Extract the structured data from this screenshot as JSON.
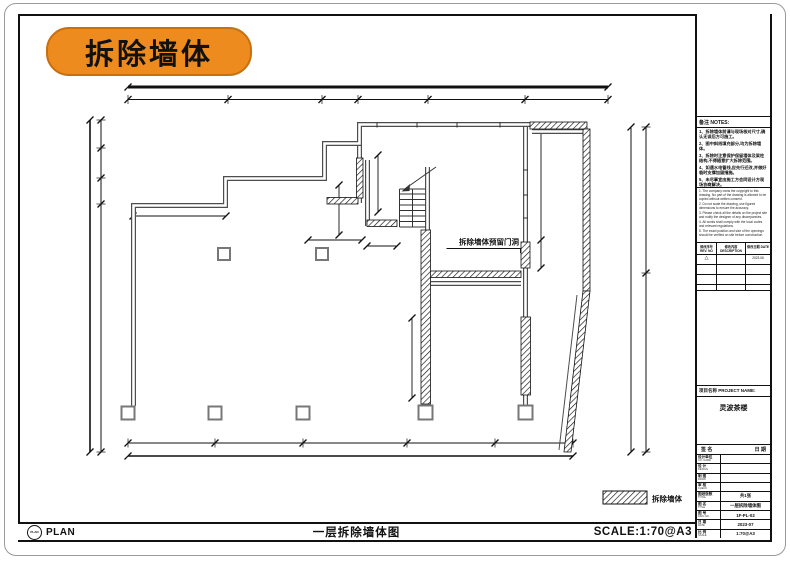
{
  "badge": {
    "label": "拆除墙体"
  },
  "plan": {
    "door_label": "拆除墙体预留门洞",
    "legend_label": "拆除墙体"
  },
  "sidebar": {
    "notes_title": "备注  NOTES:",
    "notes_cn": [
      "1、拆除墙体前请与现场核对尺寸,确认无误后方可施工。",
      "2、图中斜线填充部分,均为拆除墙体。",
      "3、拆除时注意保护保留墙体及梁柱结构,不得随意扩大拆除范围。",
      "4、如遇水电管线,应先行迁改,并做好临时支撑加固措施。",
      "5、未尽事宜由施工方会同设计方现场协商解决。"
    ],
    "notes_en": [
      "1. The company owns the copyright to this drawing. No part of the drawing is allowed to be copied without written consent.",
      "2. Do not scale the drawing, use figured dimensions to ensure the accuracy.",
      "3. Please check all the details on the project site and notify the designer of any discrepancies.",
      "4. All works shall comply with the local codes and relevant regulations.",
      "5. The exact position and size of the openings should be verified on site before construction."
    ],
    "rev_table": {
      "headers": [
        "修改序号 REV. NO",
        "修改内容 DESCRIPTION",
        "修改日期 DATE"
      ],
      "rows": [
        [
          "△",
          "",
          "2023.06"
        ],
        [
          "",
          "",
          ""
        ],
        [
          "",
          "",
          ""
        ],
        [
          "",
          "",
          ""
        ]
      ]
    },
    "project_label": "项目名称   PROJECT NAME:",
    "project_name": "灵波茶楼",
    "sign_headers": [
      "签 名",
      "日 期"
    ],
    "title_rows": [
      {
        "label": "设计单位",
        "sub": "CO. NAME",
        "value": ""
      },
      {
        "label": "设 计",
        "sub": "DESIGN",
        "value": ""
      },
      {
        "label": "制 图",
        "sub": "DRAW",
        "value": ""
      },
      {
        "label": "审 核",
        "sub": "CHECK",
        "value": ""
      },
      {
        "label": "图纸张数",
        "sub": "TOTAL",
        "value": "共1张"
      },
      {
        "label": "图 名",
        "sub": "TITLE",
        "value": "一层拆除墙体图"
      },
      {
        "label": "图 号",
        "sub": "DWG NO.",
        "value": "1F-PL-02"
      },
      {
        "label": "日 期",
        "sub": "DATE",
        "value": "2023-07"
      },
      {
        "label": "比 例",
        "sub": "SCALE",
        "value": "1:70@A3"
      }
    ]
  },
  "footer": {
    "logo": "PLAN",
    "brand": "PLAN",
    "drawing_title": "一层拆除墙体图",
    "scale": "SCALE:1:70@A3"
  },
  "colors": {
    "accent_orange": "#ee8b1e",
    "badge_border": "#c9700e",
    "wall_gray": "#4d4d4d"
  }
}
